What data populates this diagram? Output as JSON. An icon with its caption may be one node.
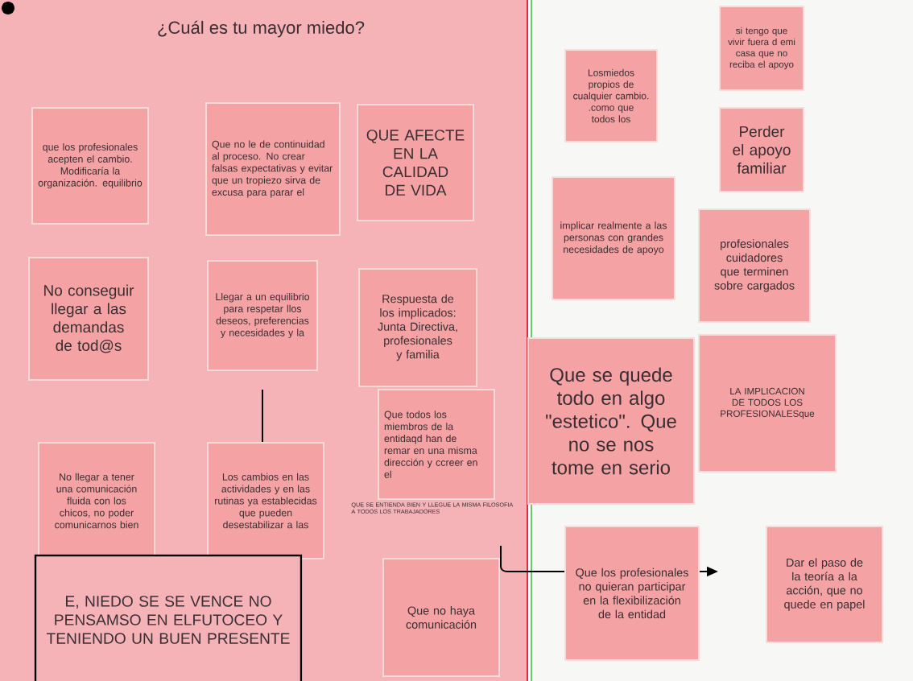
{
  "diagram": {
    "title": "¿Cuál es tu mayor miedo?",
    "nodes": [
      {
        "text": [
          "que los profesionales acepten el cambio. Modificaría la organización. equilibrio"
        ]
      },
      {
        "text": [
          "Que no le de continuidad al proceso. No crear falsas expectativas y evitar que un tropiezo sirva de excusa para parar el"
        ]
      },
      {
        "text": [
          "QUE AFECTE EN LA CALIDAD DE VIDA"
        ]
      },
      {
        "text": [
          "No conseguir llegar a las demandas de tod@s"
        ]
      },
      {
        "text": [
          "Llegar a un equilibrio para respetar llos deseos, preferencias y necesidades y la"
        ]
      },
      {
        "text": [
          "Respuesta de los implicados: Junta Directiva, profesionales y familia"
        ]
      },
      {
        "text": [
          "Que todos los miembros de la entidaqd han de remar en una misma dirección y ccreer en el"
        ]
      },
      {
        "text": [
          "No llegar a tener una comunicación fluida con los chicos, no poder comunicarnos bien"
        ]
      },
      {
        "text": [
          "Los cambios en las actividades y en las rutinas ya establecidas que pueden desestabilizar a las"
        ]
      },
      {
        "text": [
          "E, NIEDO SE SE VENCE NO PENSAMSO EN ELFUTOCEO Y TENIENDO UN BUEN PRESENTE"
        ]
      },
      {
        "text": [
          "Que no haya comunicación"
        ]
      },
      {
        "text": [
          "Losmiedos propios de cualquier cambio. .como que todos los"
        ]
      },
      {
        "text": [
          "si tengo que vivir fuera d emi casa que no reciba el apoyo"
        ]
      },
      {
        "text": [
          "Perder el apoyo familiar"
        ]
      },
      {
        "text": [
          "implicar realmente a las personas con grandes necesidades de apoyo"
        ]
      },
      {
        "text": [
          "profesionales cuidadores que terminen sobre cargados"
        ]
      },
      {
        "text": [
          "Que se quede todo en algo \"estetico\". Que no se nos tome en serio"
        ]
      },
      {
        "text": [
          "LA IMPLICACION DE TODOS LOS PROFESIONALESque"
        ]
      },
      {
        "text": [
          "Que los profesionales no quieran participar en la flexibilización de la entidad"
        ]
      },
      {
        "text": [
          "Dar el paso de la teoría a la acción, que no quede en papel"
        ]
      }
    ],
    "labels": [
      "QUE SE ENTIENDA BIEN Y LLEGUE LA MISMA FILOSOFIA A TODOS LOS TRABAJADORES"
    ]
  }
}
